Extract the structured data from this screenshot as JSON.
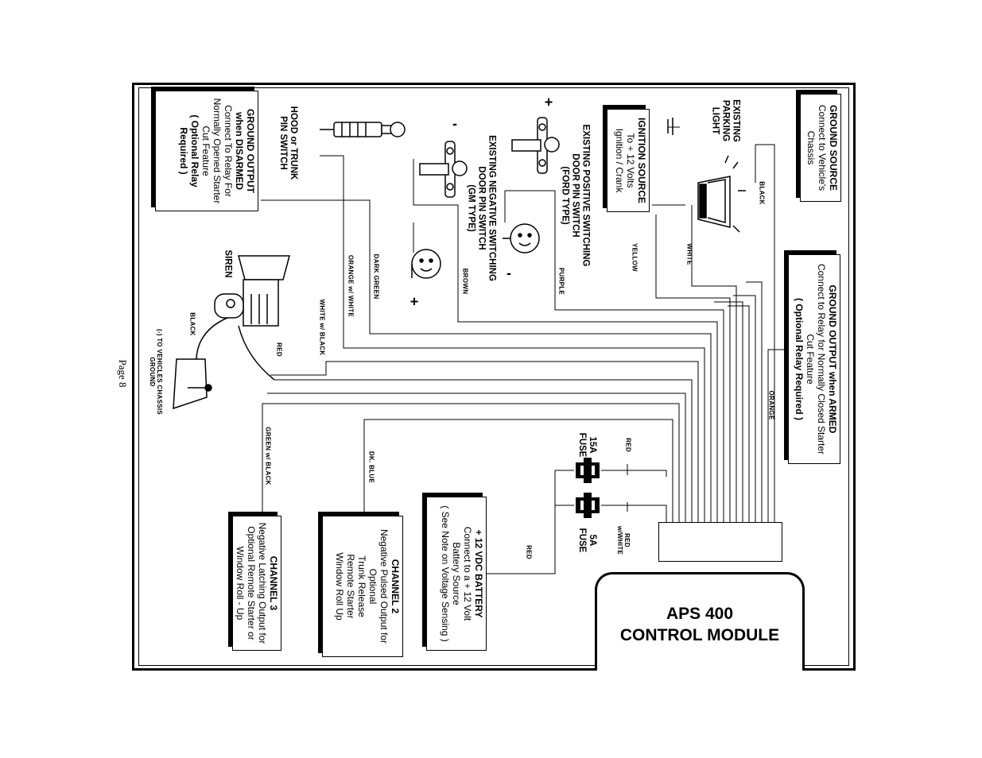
{
  "page": {
    "label": "Page 8"
  },
  "module": {
    "line1": "APS 400",
    "line2": "CONTROL MODULE"
  },
  "ground_source": {
    "title": "GROUND SOURCE",
    "lines": [
      "Connect to Vehicle's",
      "Chassis"
    ]
  },
  "ground_armed": {
    "title": "GROUND OUTPUT when ARMED",
    "lines": [
      "Connect to Relay for Normally Closed Starter",
      "Cut Feature",
      "( Optional Relay Required )"
    ]
  },
  "ground_disarmed": {
    "title1": "GROUND OUTPUT",
    "title2": "when DISARMED",
    "lines": [
      "Connect To Relay For",
      "Normally Opened Starter",
      "Cut Feature"
    ],
    "bold1": "( Optional Relay",
    "bold2": "Required )"
  },
  "ignition": {
    "title": "IGNITION SOURCE",
    "lines": [
      "To + 12 Volts",
      "Ignition / Crank"
    ]
  },
  "battery": {
    "title": "+ 12 VDC BATTERY",
    "lines": [
      "Connect to a + 12 Volt",
      "Battery Source",
      "( See Note on Voltage Sensing )"
    ]
  },
  "channel2": {
    "title": "CHANNEL 2",
    "lines": [
      "Negative Pulsed Output for",
      "Optional",
      "Trunk Release",
      "Remote Starter",
      "Window Roll Up"
    ]
  },
  "channel3": {
    "title": "CHANNEL 3",
    "lines": [
      "Negative Latching Output for",
      "Optional Remote Starter or",
      "Window Roll - Up"
    ]
  },
  "parking_light": {
    "lines": [
      "EXISTING",
      "PARKING",
      "LIGHT"
    ]
  },
  "pos_door": {
    "lines": [
      "EXISTING POSITIVE SWITCHING",
      "DOOR PIN SWITCH",
      "(FORD TYPE)"
    ]
  },
  "neg_door": {
    "lines": [
      "EXISTING NEGATIVE SWITCHING",
      "DOOR PIN SWITCH",
      "(GM TYPE)"
    ]
  },
  "hood": {
    "lines": [
      "HOOD or TRUNK",
      "PIN SWITCH"
    ]
  },
  "siren": {
    "label": "SIREN",
    "ground1": "(-) TO VEHICLES CHASSIS",
    "ground2": "GROUND"
  },
  "fuses": {
    "f15_1": "15A",
    "f15_2": "FUSE",
    "f5_1": "5A",
    "f5_2": "FUSE"
  },
  "signs": {
    "plus": "+",
    "minus": "-"
  },
  "wires": {
    "black": "BLACK",
    "white": "WHITE",
    "yellow": "YELLOW",
    "purple": "PURPLE",
    "brown": "BROWN",
    "dark_green": "DARK GREEN",
    "orange_white": "ORANGE w/ WHITE",
    "white_black": "WHITE w/ BLACK",
    "red": "RED",
    "siren_black": "BLACK",
    "orange": "ORANGE",
    "red_fuse": "RED",
    "red_white_1": "RED",
    "red_white_2": "w/WHITE",
    "red_battery": "RED",
    "dk_blue": "DK. BLUE",
    "green_black": "GREEN w/ BLACK"
  }
}
